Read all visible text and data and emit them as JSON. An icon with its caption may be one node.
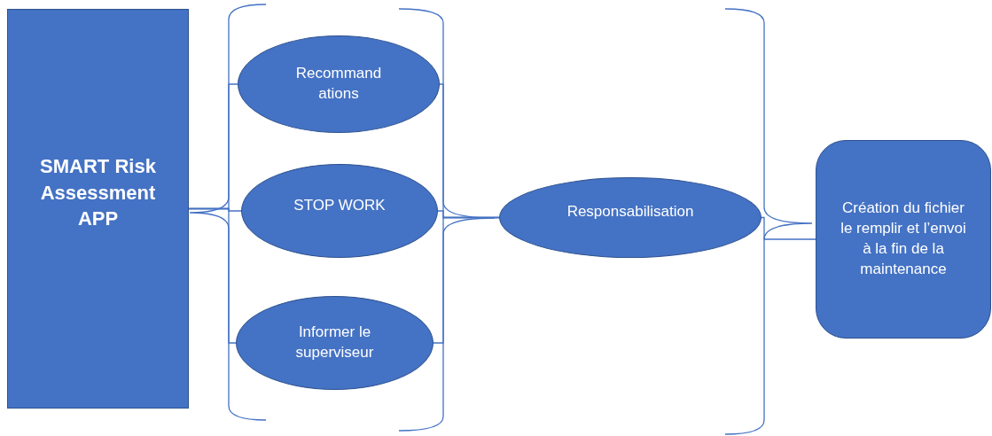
{
  "diagram": {
    "nodes": [
      {
        "text": [
          "SMART Risk Assessment APP"
        ]
      },
      {
        "text": [
          "Recommand ations"
        ]
      },
      {
        "text": [
          "STOP WORK"
        ]
      },
      {
        "text": [
          "Informer le superviseur"
        ]
      },
      {
        "text": [
          "Responsabilisation"
        ]
      },
      {
        "text": [
          "Création du fichier le remplir et l’envoi à la fin de la maintenance"
        ]
      }
    ],
    "edges": [
      {
        "from": 0,
        "to": 1,
        "arrow": "none"
      },
      {
        "from": 0,
        "to": 2,
        "arrow": "none"
      },
      {
        "from": 0,
        "to": 3,
        "arrow": "none"
      },
      {
        "from": 1,
        "to": 4,
        "arrow": "none"
      },
      {
        "from": 2,
        "to": 4,
        "arrow": "none"
      },
      {
        "from": 3,
        "to": 4,
        "arrow": "none"
      },
      {
        "from": 4,
        "to": 5,
        "arrow": "none"
      }
    ]
  }
}
